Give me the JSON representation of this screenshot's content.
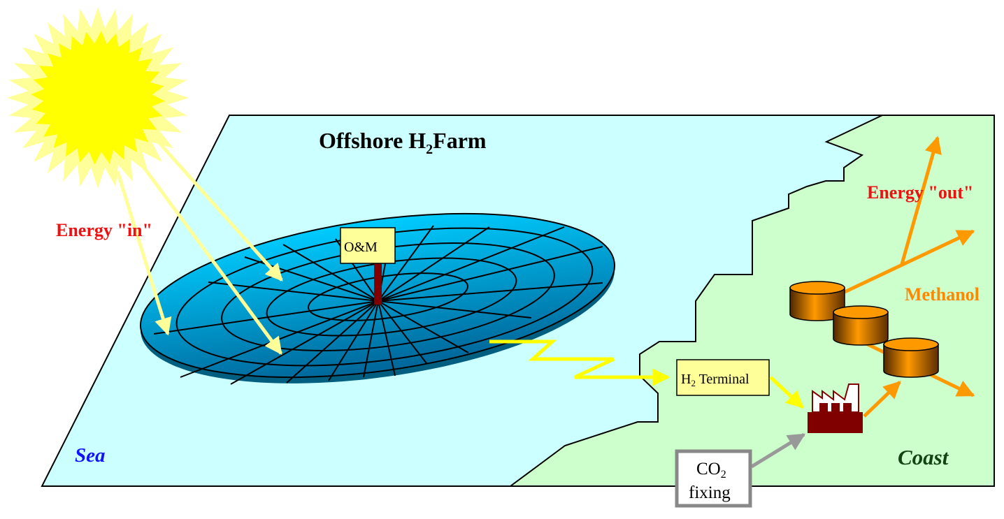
{
  "title": {
    "prefix": "Offshore H",
    "subscript": "2",
    "suffix": "Farm"
  },
  "energy_in_label": "Energy \"in\"",
  "energy_out_label": "Energy \"out\"",
  "product_label": "Methanol",
  "sea_label": "Sea",
  "coast_label": "Coast",
  "om_label": "O&M",
  "terminal": {
    "prefix": "H",
    "subscript": "2",
    "suffix": " Terminal"
  },
  "co2_box": {
    "prefix": "CO",
    "subscript": "2",
    "line2": "fixing"
  },
  "colors": {
    "sea": "#ccffff",
    "coast": "#ccffcc",
    "farm_top": "#00ccff",
    "farm_bottom": "#006699",
    "sun": "#ffff00",
    "sun_ray": "#ffff99",
    "energy_in_red": "#ee1111",
    "methanol_orange": "#ff9900",
    "h2_flow_yellow": "#ffff00",
    "factory": "#800000",
    "co2_gray": "#999999",
    "label_box": "#ffff99"
  }
}
